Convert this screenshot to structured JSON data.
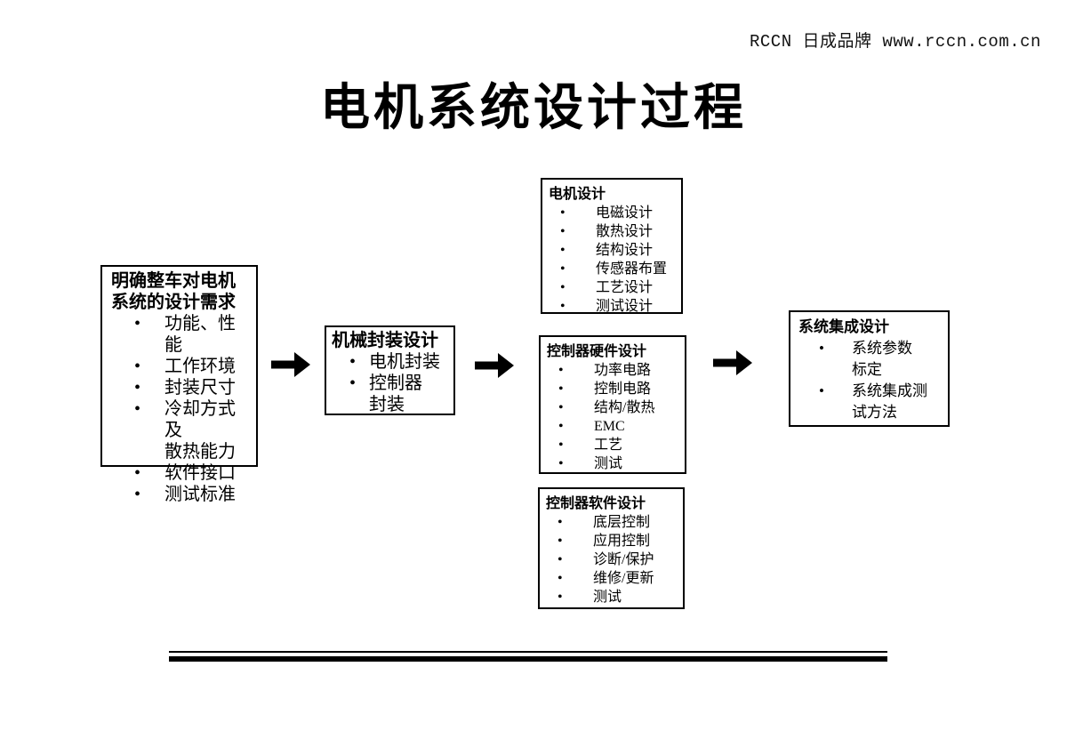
{
  "bullet_char": "•",
  "brand": "RCCN 日成品牌 www.rccn.com.cn",
  "title": "电机系统设计过程",
  "boxes": {
    "requirements": {
      "title": "明确整车对电机\n系统的设计需求",
      "items": [
        "功能、性能",
        "工作环境",
        "封装尺寸",
        "冷却方式及\n散热能力",
        "软件接口",
        "测试标准"
      ]
    },
    "mechanical": {
      "title": "机械封装设计",
      "items": [
        "电机封装",
        "控制器\n封装"
      ]
    },
    "motor": {
      "title": "电机设计",
      "items": [
        "电磁设计",
        "散热设计",
        "结构设计",
        "传感器布置",
        "工艺设计",
        "测试设计"
      ]
    },
    "controller_hw": {
      "title": "控制器硬件设计",
      "items": [
        "功率电路",
        "控制电路",
        "结构/散热",
        "EMC",
        "工艺",
        "测试"
      ]
    },
    "controller_sw": {
      "title": "控制器软件设计",
      "items": [
        "底层控制",
        "应用控制",
        "诊断/保护",
        "维修/更新",
        "测试"
      ]
    },
    "integration": {
      "title": "系统集成设计",
      "items": [
        "系统参数\n标定",
        "系统集成测\n试方法"
      ]
    }
  }
}
